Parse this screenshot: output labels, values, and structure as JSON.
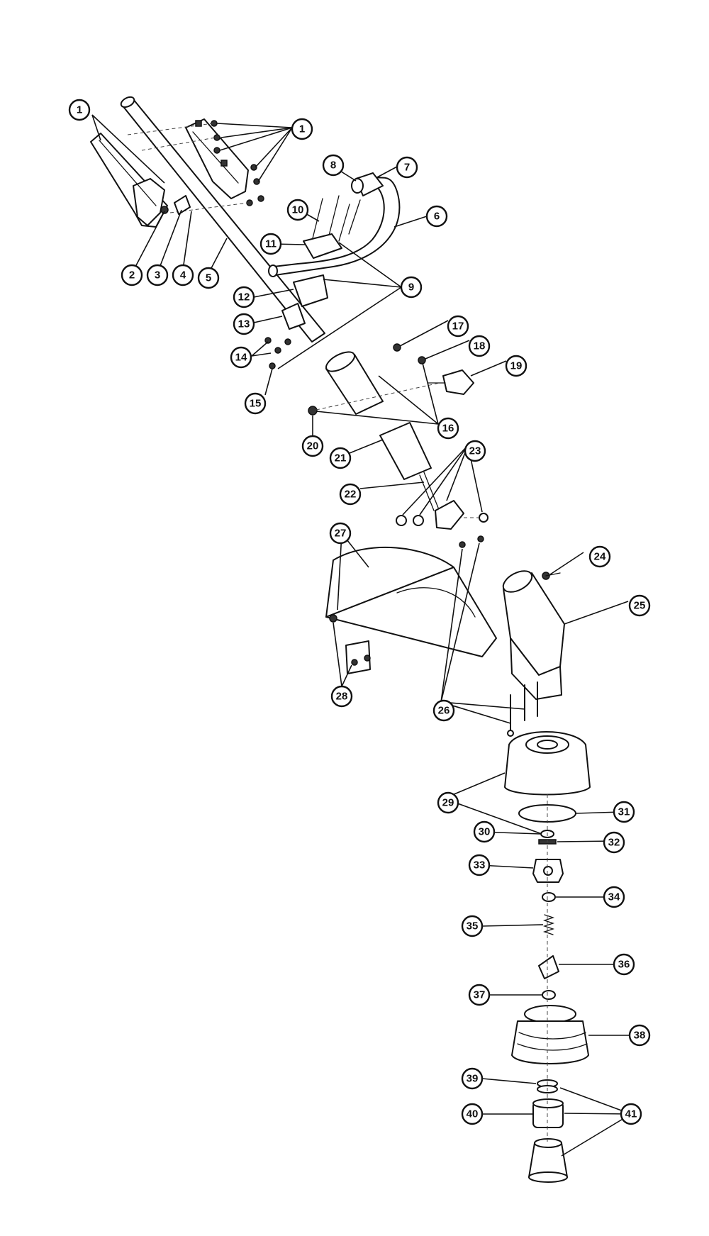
{
  "callouts": [
    {
      "id": "1a",
      "label": "1"
    },
    {
      "id": "1b",
      "label": "1"
    },
    {
      "id": "2",
      "label": "2"
    },
    {
      "id": "3",
      "label": "3"
    },
    {
      "id": "4",
      "label": "4"
    },
    {
      "id": "5",
      "label": "5"
    },
    {
      "id": "6",
      "label": "6"
    },
    {
      "id": "7",
      "label": "7"
    },
    {
      "id": "8",
      "label": "8"
    },
    {
      "id": "9",
      "label": "9"
    },
    {
      "id": "10",
      "label": "10"
    },
    {
      "id": "11",
      "label": "11"
    },
    {
      "id": "12",
      "label": "12"
    },
    {
      "id": "13",
      "label": "13"
    },
    {
      "id": "14",
      "label": "14"
    },
    {
      "id": "15",
      "label": "15"
    },
    {
      "id": "16",
      "label": "16"
    },
    {
      "id": "17",
      "label": "17"
    },
    {
      "id": "18",
      "label": "18"
    },
    {
      "id": "19",
      "label": "19"
    },
    {
      "id": "20",
      "label": "20"
    },
    {
      "id": "21",
      "label": "21"
    },
    {
      "id": "22",
      "label": "22"
    },
    {
      "id": "23",
      "label": "23"
    },
    {
      "id": "24",
      "label": "24"
    },
    {
      "id": "25",
      "label": "25"
    },
    {
      "id": "26",
      "label": "26"
    },
    {
      "id": "27",
      "label": "27"
    },
    {
      "id": "28",
      "label": "28"
    },
    {
      "id": "29",
      "label": "29"
    },
    {
      "id": "30",
      "label": "30"
    },
    {
      "id": "31",
      "label": "31"
    },
    {
      "id": "32",
      "label": "32"
    },
    {
      "id": "33",
      "label": "33"
    },
    {
      "id": "34",
      "label": "34"
    },
    {
      "id": "35",
      "label": "35"
    },
    {
      "id": "36",
      "label": "36"
    },
    {
      "id": "37",
      "label": "37"
    },
    {
      "id": "38",
      "label": "38"
    },
    {
      "id": "39",
      "label": "39"
    },
    {
      "id": "40",
      "label": "40"
    },
    {
      "id": "41",
      "label": "41"
    }
  ]
}
